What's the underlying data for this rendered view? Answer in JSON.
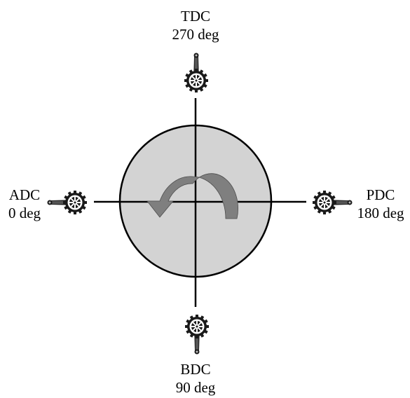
{
  "positions": {
    "top": {
      "name": "TDC",
      "angle": "270 deg"
    },
    "right": {
      "name": "PDC",
      "angle": "180 deg"
    },
    "bottom": {
      "name": "BDC",
      "angle": "90 deg"
    },
    "left": {
      "name": "ADC",
      "angle": "0 deg"
    }
  },
  "colors": {
    "disc_fill": "#d3d3d3",
    "arrow_fill": "#7f7f7f",
    "line": "#000000",
    "crank": "#1a1a1a"
  },
  "icons": {
    "crank": "chainring-crank-icon",
    "rotation": "curved-arrow-icon"
  }
}
